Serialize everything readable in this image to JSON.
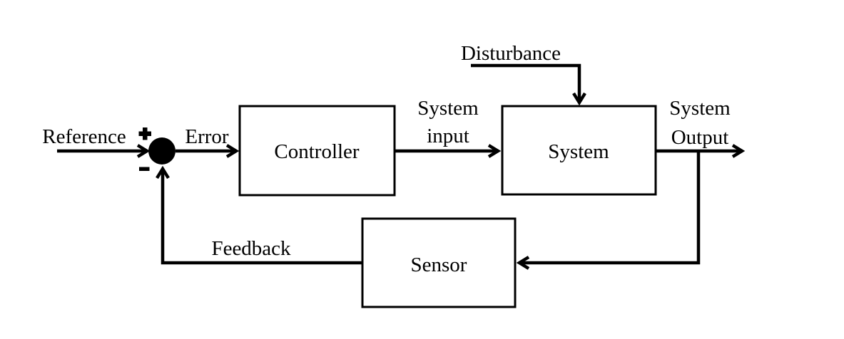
{
  "colors": {
    "ink": "#000000",
    "background": "#ffffff"
  },
  "blocks": {
    "controller": {
      "label": "Controller"
    },
    "system": {
      "label": "System"
    },
    "sensor": {
      "label": "Sensor"
    }
  },
  "signals": {
    "reference": "Reference",
    "error": "Error",
    "system_input": {
      "line1": "System",
      "line2": "input"
    },
    "disturbance": "Disturbance",
    "system_output": {
      "line1": "System",
      "line2": "Output"
    },
    "feedback": "Feedback"
  },
  "junction": {
    "plus": "+",
    "minus": "−"
  }
}
